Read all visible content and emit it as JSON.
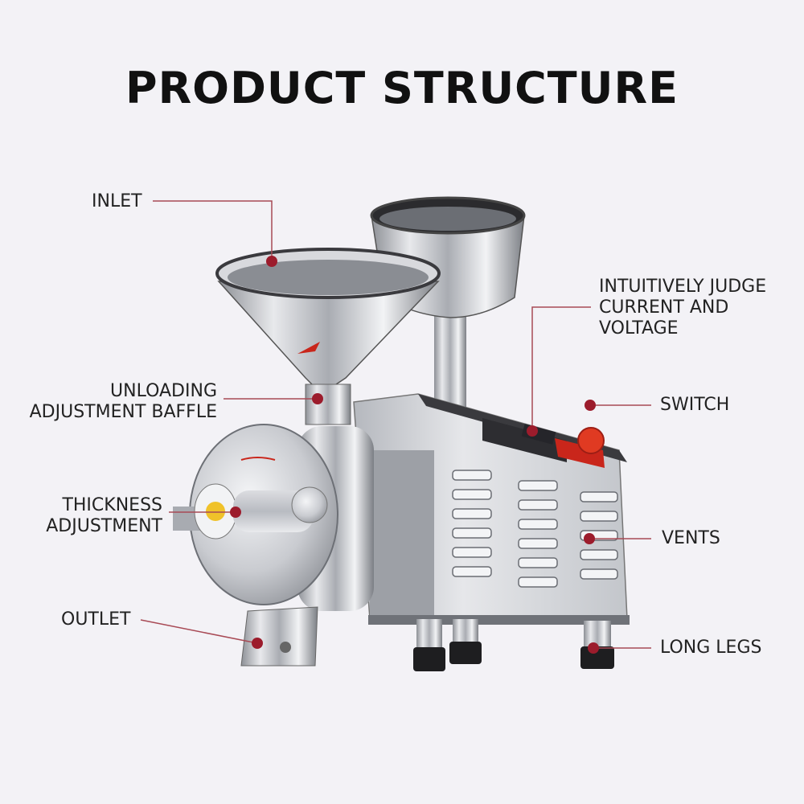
{
  "title": "PRODUCT STRUCTURE",
  "colors": {
    "background": "#f3f2f6",
    "leader_line": "#a84a55",
    "dot": "#9c1c2c",
    "accent_red": "#e03a22"
  },
  "labels": {
    "inlet": [
      "INLET"
    ],
    "unloading": [
      "UNLOADING",
      "ADJUSTMENT BAFFLE"
    ],
    "thickness": [
      "THICKNESS",
      "ADJUSTMENT"
    ],
    "outlet": [
      "OUTLET"
    ],
    "intuitive": [
      "INTUITIVELY JUDGE",
      "CURRENT AND",
      "VOLTAGE"
    ],
    "switch": [
      "SWITCH"
    ],
    "vents": [
      "VENTS"
    ],
    "legs": [
      "LONG LEGS"
    ]
  }
}
